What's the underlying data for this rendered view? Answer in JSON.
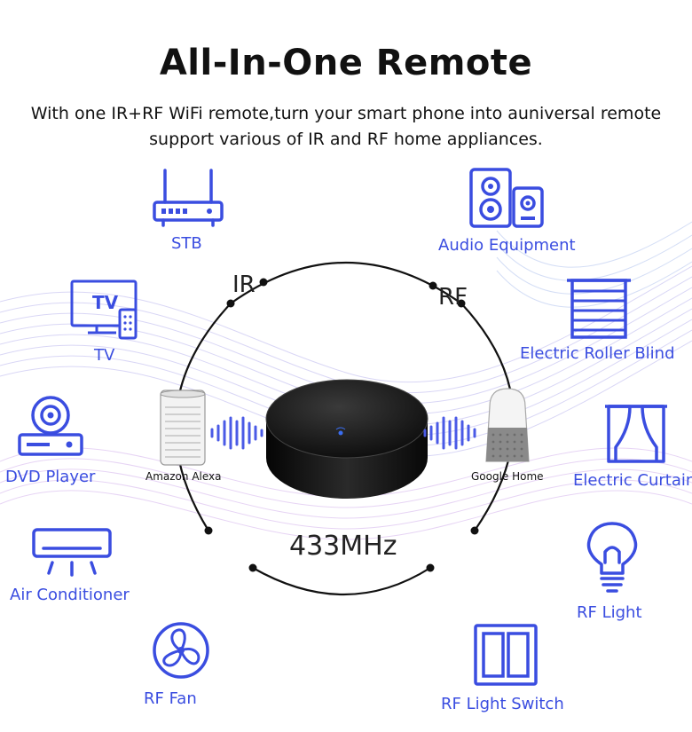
{
  "title": "All-In-One Remote",
  "subtitle_line1": "With one IR+RF WiFi remote,turn your smart phone into auniversal remote",
  "subtitle_line2": "support various of IR and RF home appliances.",
  "center": {
    "ir_label": "IR",
    "rf_label": "RF",
    "frequency": "433MHz"
  },
  "speakers": {
    "left": "Amazon Alexa",
    "right": "Google Home"
  },
  "left_devices": [
    "STB",
    "TV",
    "DVD Player",
    "Air Conditioner",
    "RF Fan"
  ],
  "right_devices": [
    "Audio Equipment",
    "Electric Roller Blind",
    "Electric Curtain",
    "RF Light",
    "RF Light Switch"
  ],
  "tv_icon_text": "TV",
  "colors": {
    "accent": "#3a4de0",
    "title": "#111111",
    "hub": "#111111"
  }
}
